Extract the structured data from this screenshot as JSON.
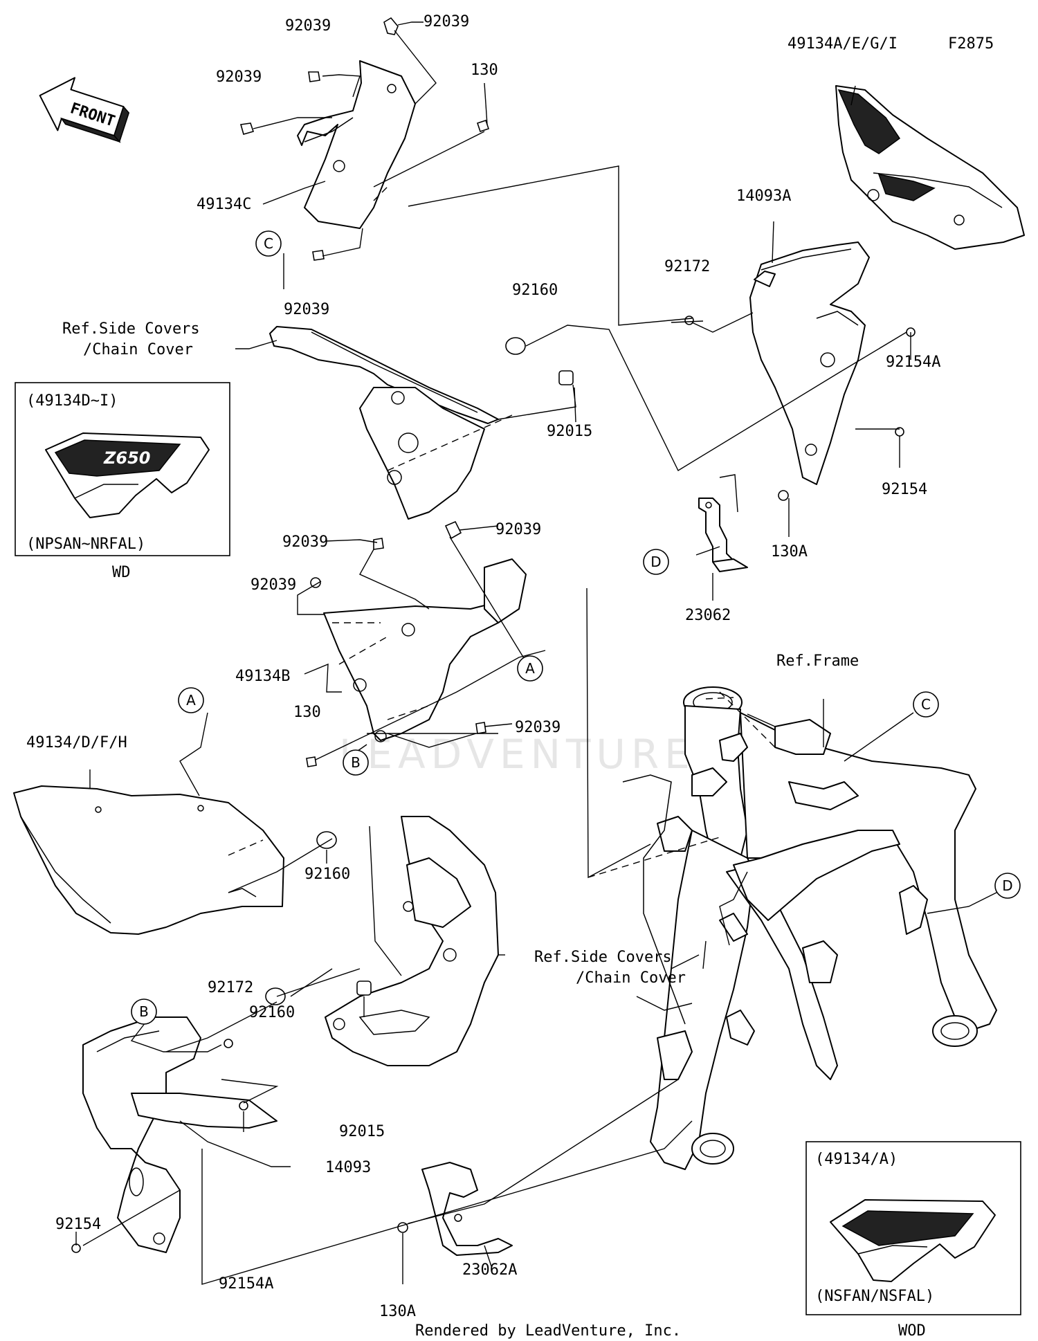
{
  "diagram_code": "F2875",
  "footer": "Rendered by LeadVenture, Inc.",
  "watermark": "LEADVENTURE",
  "front_arrow": "FRONT",
  "inset_wd": {
    "range": "(49134D~I)",
    "models": "(NPSAN~NRFAL)",
    "caption": "WD",
    "emblem": "Z650"
  },
  "inset_wod": {
    "range": "(49134/A)",
    "models": "(NSFAN/NSFAL)",
    "caption": "WOD"
  },
  "ref_labels": {
    "side_covers_top": [
      "Ref.Side Covers",
      "/Chain Cover"
    ],
    "side_covers_mid": [
      "Ref.Side Covers",
      "/Chain Cover"
    ],
    "frame": "Ref.Frame"
  },
  "callouts": {
    "a": "A",
    "b": "B",
    "c": "C",
    "d": "D"
  },
  "parts": {
    "p92039_a": "92039",
    "p92039_b": "92039",
    "p92039_c": "92039",
    "p92039_d": "92039",
    "p92039_e": "92039",
    "p92039_f": "92039",
    "p92039_g": "92039",
    "p92039_h": "92039",
    "p130_a": "130",
    "p130_b": "130",
    "p49134c": "49134C",
    "p49134aegi": "49134A/E/G/I",
    "p14093a": "14093A",
    "p92172_a": "92172",
    "p92172_b": "92172",
    "p92160_a": "92160",
    "p92160_b": "92160",
    "p92160_c": "92160",
    "p92015_a": "92015",
    "p92015_b": "92015",
    "p92154a_a": "92154A",
    "p92154a_b": "92154A",
    "p92154_a": "92154",
    "p92154_b": "92154",
    "p130a_a": "130A",
    "p130a_b": "130A",
    "p23062": "23062",
    "p23062a": "23062A",
    "p49134b": "49134B",
    "p49134dfh": "49134/D/F/H",
    "p14093": "14093"
  }
}
